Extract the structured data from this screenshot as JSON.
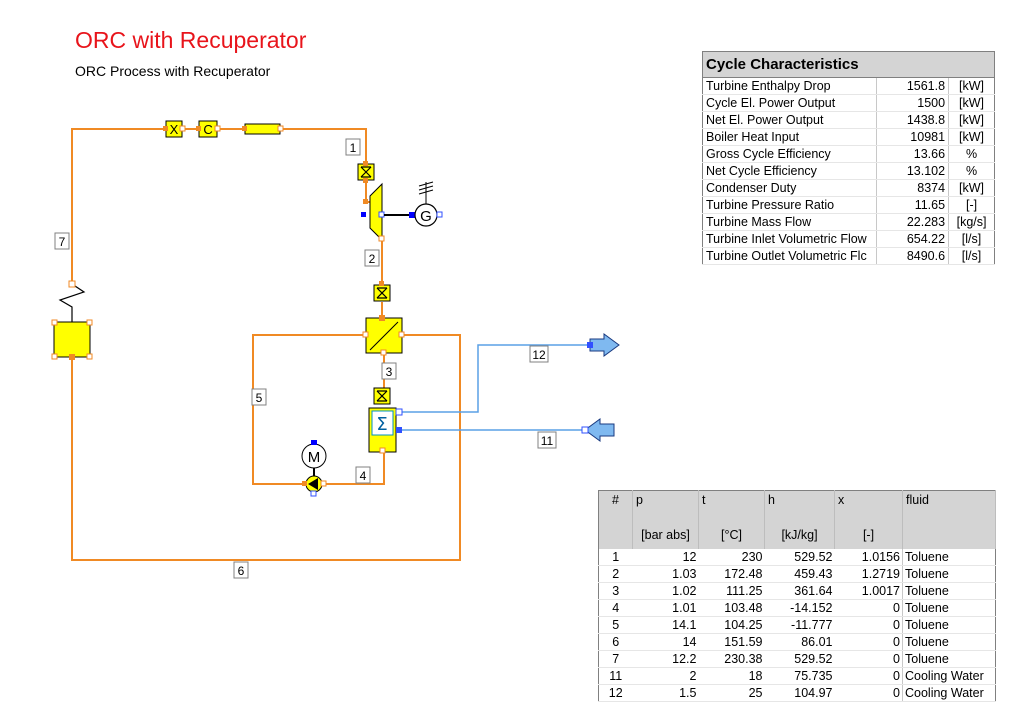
{
  "title": "ORC with Recuperator",
  "subtitle": "ORC Process with Recuperator",
  "stream_labels": [
    "1",
    "2",
    "3",
    "4",
    "5",
    "6",
    "7",
    "11",
    "12"
  ],
  "icon_names": [
    "turbine-icon",
    "generator-icon",
    "pump-icon",
    "motor-icon",
    "boiler-icon",
    "recuperator-icon",
    "condenser-icon",
    "valve-icon",
    "heat-source-icon",
    "source-arrow-icon",
    "sink-arrow-icon"
  ],
  "colors": {
    "process_line": "#f08a24",
    "cooling_line": "#5aa0e6",
    "component_fill": "#ffff00",
    "title": "#e8141b"
  },
  "cycle": {
    "heading": "Cycle Characteristics",
    "rows": [
      {
        "label": "Turbine Enthalpy Drop",
        "value": "1561.8",
        "unit": "[kW]"
      },
      {
        "label": "Cycle El. Power Output",
        "value": "1500",
        "unit": "[kW]"
      },
      {
        "label": "Net El. Power Output",
        "value": "1438.8",
        "unit": "[kW]"
      },
      {
        "label": "Boiler Heat Input",
        "value": "10981",
        "unit": "[kW]"
      },
      {
        "label": "Gross Cycle Efficiency",
        "value": "13.66",
        "unit": "%"
      },
      {
        "label": "Net Cycle Efficiency",
        "value": "13.102",
        "unit": "%"
      },
      {
        "label": "Condenser Duty",
        "value": "8374",
        "unit": "[kW]"
      },
      {
        "label": "Turbine Pressure Ratio",
        "value": "11.65",
        "unit": "[-]"
      },
      {
        "label": "Turbine Mass Flow",
        "value": "22.283",
        "unit": "[kg/s]"
      },
      {
        "label": "Turbine Inlet Volumetric Flow",
        "value": "654.22",
        "unit": "[l/s]"
      },
      {
        "label": "Turbine Outlet Volumetric Flc",
        "value": "8490.6",
        "unit": "[l/s]"
      }
    ]
  },
  "states": {
    "headers": [
      "#",
      "p",
      "t",
      "h",
      "x",
      "fluid"
    ],
    "units": [
      "",
      "[bar abs]",
      "[°C]",
      "[kJ/kg]",
      "[-]",
      ""
    ],
    "rows": [
      [
        "1",
        "12",
        "230",
        "529.52",
        "1.0156",
        "Toluene"
      ],
      [
        "2",
        "1.03",
        "172.48",
        "459.43",
        "1.2719",
        "Toluene"
      ],
      [
        "3",
        "1.02",
        "111.25",
        "361.64",
        "1.0017",
        "Toluene"
      ],
      [
        "4",
        "1.01",
        "103.48",
        "-14.152",
        "0",
        "Toluene"
      ],
      [
        "5",
        "14.1",
        "104.25",
        "-11.777",
        "0",
        "Toluene"
      ],
      [
        "6",
        "14",
        "151.59",
        "86.01",
        "0",
        "Toluene"
      ],
      [
        "7",
        "12.2",
        "230.38",
        "529.52",
        "0",
        "Toluene"
      ],
      [
        "11",
        "2",
        "18",
        "75.735",
        "0",
        "Cooling Water"
      ],
      [
        "12",
        "1.5",
        "25",
        "104.97",
        "0",
        "Cooling Water"
      ]
    ]
  }
}
